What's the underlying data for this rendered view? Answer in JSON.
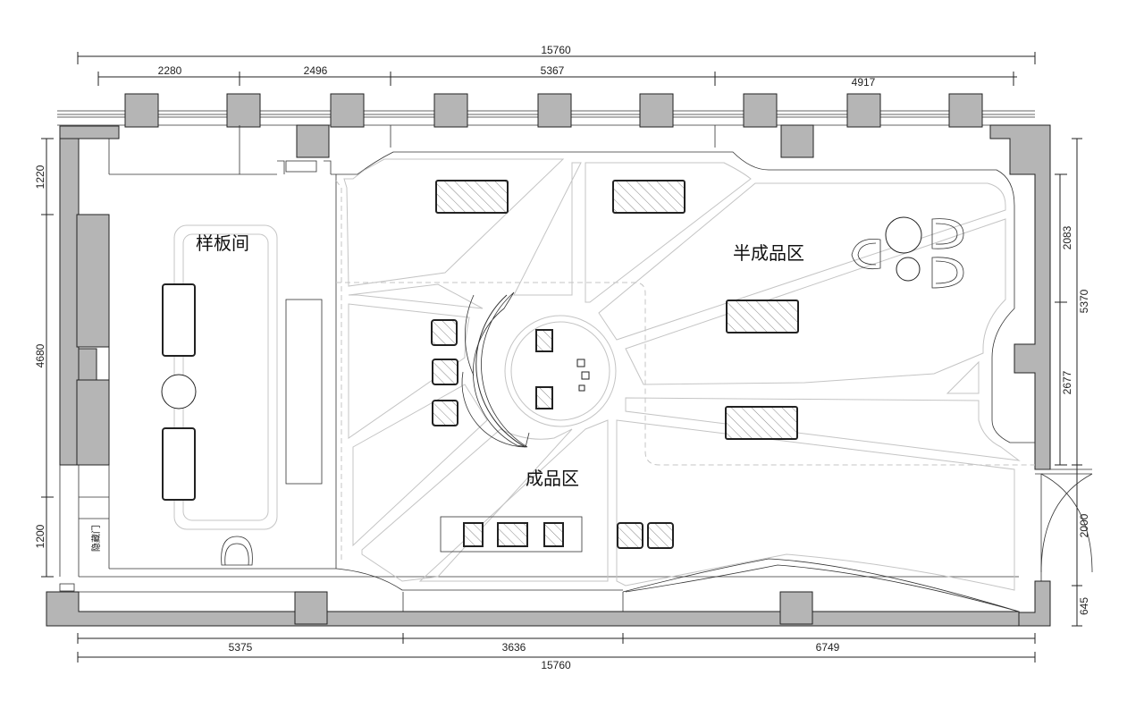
{
  "dimensions": {
    "top_total": "15760",
    "top_segments": [
      "2280",
      "2496",
      "5367",
      "4917"
    ],
    "bottom_segments": [
      "5375",
      "3636",
      "6749"
    ],
    "bottom_total": "15760",
    "left": [
      "1220",
      "4680",
      "1200"
    ],
    "right": [
      "2083",
      "5370",
      "2677",
      "2000",
      "645"
    ]
  },
  "labels": {
    "sample_room": "样板间",
    "semi_finished_area": "半成品区",
    "finished_area": "成品区",
    "hidden_door": "隐藏门"
  }
}
